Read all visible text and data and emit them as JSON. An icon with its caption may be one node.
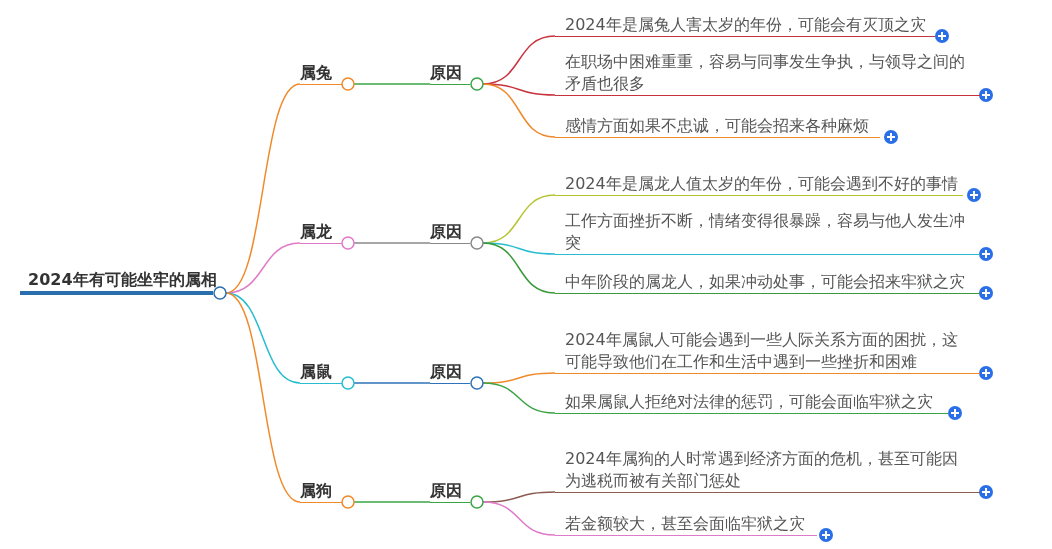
{
  "diagram": {
    "nodes": [
      {
        "text": [
          "2024年有可能坐牢的属相"
        ]
      },
      {
        "text": [
          "属兔"
        ]
      },
      {
        "text": [
          "原因"
        ]
      },
      {
        "text": [
          "2024年是属兔人害太岁的年份，可能会有灭顶之灾"
        ]
      },
      {
        "text": [
          "在职场中困难重重，容易与同事发生争执，与领导之间的矛盾也很多"
        ]
      },
      {
        "text": [
          "感情方面如果不忠诚，可能会招来各种麻烦"
        ]
      },
      {
        "text": [
          "属龙"
        ]
      },
      {
        "text": [
          "原因"
        ]
      },
      {
        "text": [
          "2024年是属龙人值太岁的年份，可能会遇到不好的事情"
        ]
      },
      {
        "text": [
          "工作方面挫折不断，情绪变得很暴躁，容易与他人发生冲突"
        ]
      },
      {
        "text": [
          "中年阶段的属龙人，如果冲动处事，可能会招来牢狱之灾"
        ]
      },
      {
        "text": [
          "属鼠"
        ]
      },
      {
        "text": [
          "原因"
        ]
      },
      {
        "text": [
          "2024年属鼠人可能会遇到一些人际关系方面的困扰，这可能导致他们在工作和生活中遇到一些挫折和困难"
        ]
      },
      {
        "text": [
          "如果属鼠人拒绝对法律的惩罚，可能会面临牢狱之灾"
        ]
      },
      {
        "text": [
          "属狗"
        ]
      },
      {
        "text": [
          "原因"
        ]
      },
      {
        "text": [
          "2024年属狗的人时常遇到经济方面的危机，甚至可能因为逃税而被有关部门惩处"
        ]
      },
      {
        "text": [
          "若金额较大，甚至会面临牢狱之灾"
        ]
      }
    ],
    "edges": [
      {
        "from": 0,
        "to": 1,
        "arrow": "none",
        "color": "#f0892a"
      },
      {
        "from": 1,
        "to": 2,
        "arrow": "none",
        "color": "#3aa445"
      },
      {
        "from": 2,
        "to": 3,
        "arrow": "none",
        "color": "#c8323c"
      },
      {
        "from": 2,
        "to": 4,
        "arrow": "none",
        "color": "#c8323c"
      },
      {
        "from": 2,
        "to": 5,
        "arrow": "none",
        "color": "#f0892a"
      },
      {
        "from": 0,
        "to": 6,
        "arrow": "none",
        "color": "#e07ac8"
      },
      {
        "from": 6,
        "to": 7,
        "arrow": "none",
        "color": "#888888"
      },
      {
        "from": 7,
        "to": 8,
        "arrow": "none",
        "color": "#b5c42e"
      },
      {
        "from": 7,
        "to": 9,
        "arrow": "none",
        "color": "#27bcd0"
      },
      {
        "from": 7,
        "to": 10,
        "arrow": "none",
        "color": "#3a9a3a"
      },
      {
        "from": 0,
        "to": 11,
        "arrow": "none",
        "color": "#27bcd0"
      },
      {
        "from": 11,
        "to": 12,
        "arrow": "none",
        "color": "#2e73b8"
      },
      {
        "from": 12,
        "to": 13,
        "arrow": "none",
        "color": "#f0892a"
      },
      {
        "from": 12,
        "to": 14,
        "arrow": "none",
        "color": "#3aa445"
      },
      {
        "from": 0,
        "to": 15,
        "arrow": "none",
        "color": "#f0892a"
      },
      {
        "from": 15,
        "to": 16,
        "arrow": "none",
        "color": "#3aa445"
      },
      {
        "from": 16,
        "to": 17,
        "arrow": "none",
        "color": "#8b5a50"
      },
      {
        "from": 16,
        "to": 18,
        "arrow": "none",
        "color": "#e07ac8"
      }
    ]
  }
}
